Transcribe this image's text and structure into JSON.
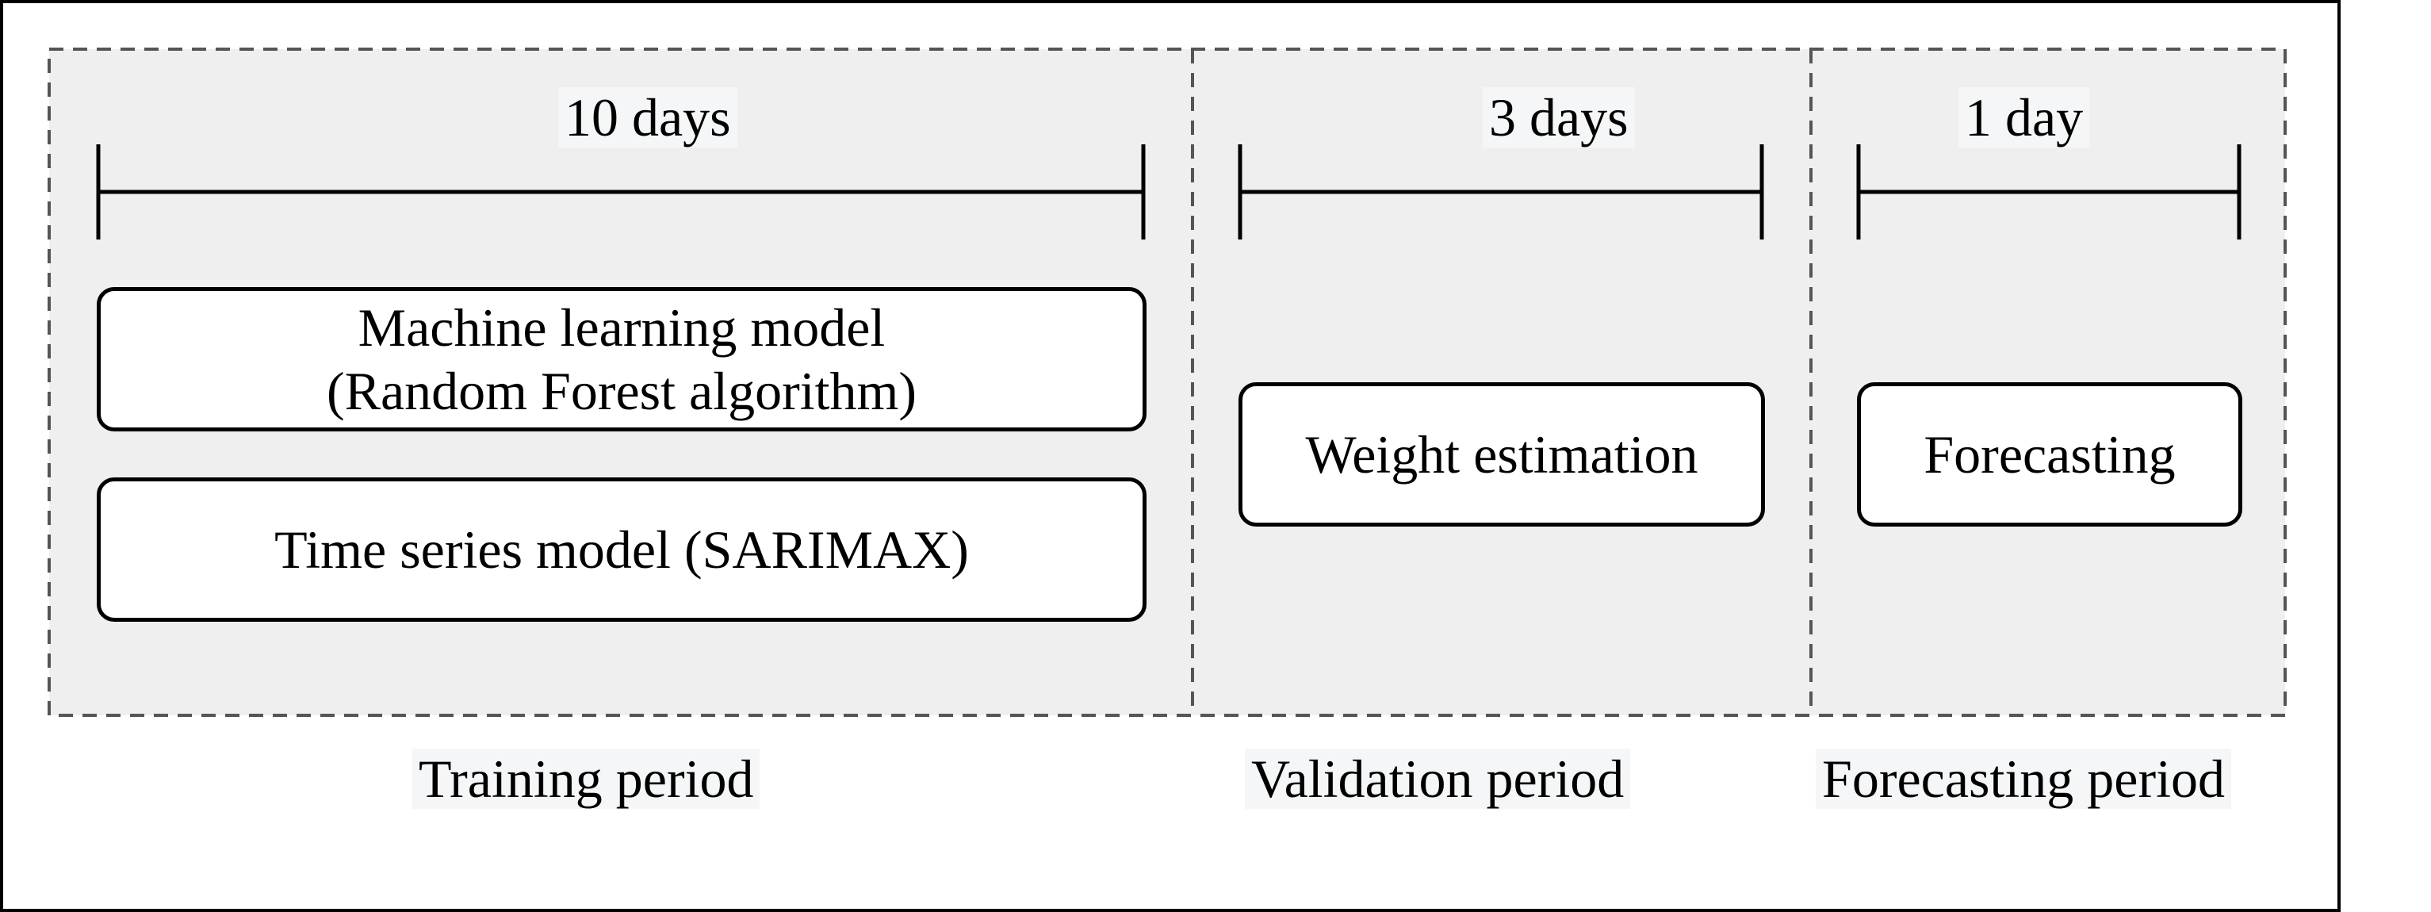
{
  "periods": [
    {
      "id": "training",
      "duration": "10 days",
      "name": "Training period",
      "boxes": [
        {
          "lines": [
            "Machine learning model",
            "(Random Forest algorithm)"
          ]
        },
        {
          "lines": [
            "Time series model (SARIMAX)"
          ]
        }
      ]
    },
    {
      "id": "validation",
      "duration": "3 days",
      "name": "Validation period",
      "boxes": [
        {
          "lines": [
            "Weight estimation"
          ]
        }
      ]
    },
    {
      "id": "forecasting",
      "duration": "1 day",
      "name": "Forecasting period",
      "boxes": [
        {
          "lines": [
            "Forecasting"
          ]
        }
      ]
    }
  ],
  "colors": {
    "panel_fill": "#efefef",
    "stroke": "#000000",
    "dash": "#555555",
    "box_fill": "#ffffff"
  }
}
